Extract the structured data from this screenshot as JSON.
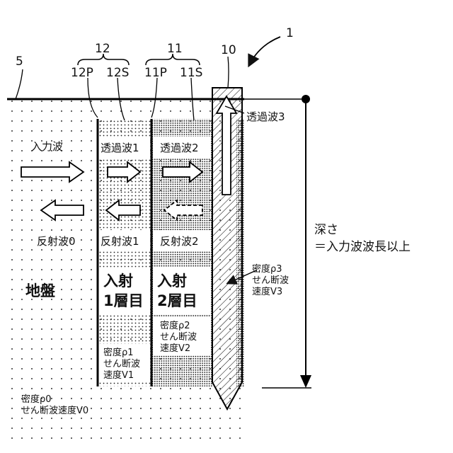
{
  "labels": {
    "ref_1": "1",
    "ref_5": "5",
    "ref_10": "10",
    "ref_11": "11",
    "ref_12": "12",
    "ref_11P": "11P",
    "ref_11S": "11S",
    "ref_12P": "12P",
    "ref_12S": "12S",
    "input_wave": "入力波",
    "reflected_0": "反射波0",
    "ground": "地盤",
    "transmitted_1": "透過波1",
    "reflected_1": "反射波1",
    "incident_1_line1": "入射",
    "incident_1_line2": "1層目",
    "layer1_props": [
      "密度ρ1",
      "せん断波",
      "速度V1"
    ],
    "transmitted_2": "透過波2",
    "reflected_2": "反射波2",
    "incident_2_line1": "入射",
    "incident_2_line2": "2層目",
    "layer2_props": [
      "密度ρ2",
      "せん断波",
      "速度V2"
    ],
    "transmitted_3": "透過波3",
    "pile_props": [
      "密度ρ3",
      "せん断波",
      "速度V3"
    ],
    "depth_line1": "深さ",
    "depth_line2": "＝入力波波長以上",
    "ground_props": [
      "密度ρ0",
      "せん断波速度V0"
    ]
  }
}
